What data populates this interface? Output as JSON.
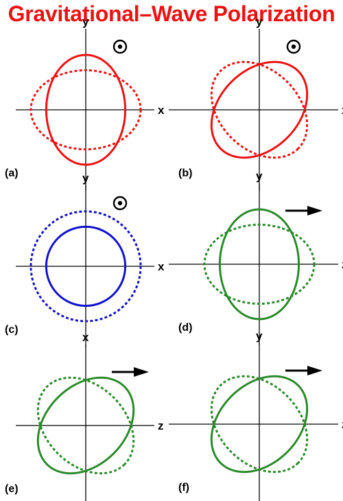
{
  "title": "Gravitational–Wave Polarization",
  "colors": {
    "title": "#ee1111",
    "red": "#ee1111",
    "blue": "#1111cc",
    "green": "#2a8a2a",
    "axis": "#000000"
  },
  "panels": [
    {
      "id": "a",
      "label": "(a)",
      "h_axis": "x",
      "v_axis": "y",
      "direction": "out-of-page",
      "direction_icon": "dot-in-circle-icon",
      "color": "red",
      "shape": "ellipses",
      "solid": {
        "semi_axis_h": 0.72,
        "semi_axis_v": 1.0,
        "rotation_deg": 0
      },
      "dashed": {
        "semi_axis_h": 1.0,
        "semi_axis_v": 0.72,
        "rotation_deg": 0
      }
    },
    {
      "id": "b",
      "label": "(b)",
      "h_axis": "x",
      "v_axis": "y",
      "direction": "out-of-page",
      "direction_icon": "dot-in-circle-icon",
      "color": "red",
      "shape": "ellipses",
      "solid": {
        "semi_axis_h": 1.0,
        "semi_axis_v": 0.72,
        "rotation_deg": 45
      },
      "dashed": {
        "semi_axis_h": 1.0,
        "semi_axis_v": 0.72,
        "rotation_deg": -45
      }
    },
    {
      "id": "c",
      "label": "(c)",
      "h_axis": "x",
      "v_axis": "y",
      "direction": "out-of-page",
      "direction_icon": "dot-in-circle-icon",
      "color": "blue",
      "shape": "circles",
      "solid": {
        "radius": 0.72
      },
      "dashed": {
        "radius": 1.0
      }
    },
    {
      "id": "d",
      "label": "(d)",
      "h_axis": "z",
      "v_axis": "y",
      "direction": "right",
      "direction_icon": "arrow-right-icon",
      "color": "green",
      "shape": "ellipses",
      "solid": {
        "semi_axis_h": 0.72,
        "semi_axis_v": 1.0,
        "rotation_deg": 0
      },
      "dashed": {
        "semi_axis_h": 1.0,
        "semi_axis_v": 0.72,
        "rotation_deg": 0
      }
    },
    {
      "id": "e",
      "label": "(e)",
      "h_axis": "z",
      "v_axis": "x",
      "direction": "right",
      "direction_icon": "arrow-right-icon",
      "color": "green",
      "shape": "ellipses",
      "solid": {
        "semi_axis_h": 1.0,
        "semi_axis_v": 0.72,
        "rotation_deg": 45
      },
      "dashed": {
        "semi_axis_h": 1.0,
        "semi_axis_v": 0.72,
        "rotation_deg": -45
      }
    },
    {
      "id": "f",
      "label": "(f)",
      "h_axis": "z",
      "v_axis": "y",
      "direction": "right",
      "direction_icon": "arrow-right-icon",
      "color": "green",
      "shape": "ellipses",
      "solid": {
        "semi_axis_h": 1.0,
        "semi_axis_v": 0.72,
        "rotation_deg": 45
      },
      "dashed": {
        "semi_axis_h": 1.0,
        "semi_axis_v": 0.72,
        "rotation_deg": -45
      }
    }
  ]
}
